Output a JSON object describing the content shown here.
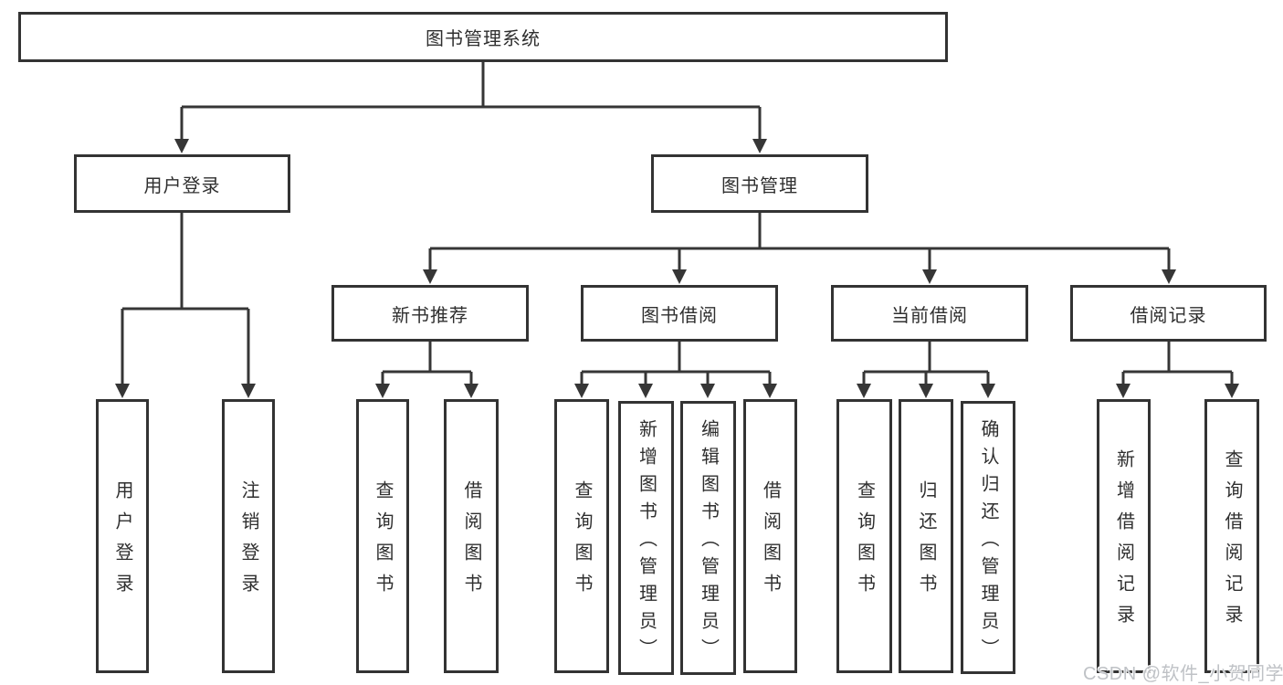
{
  "diagram": {
    "type": "hierarchy-tree",
    "colors": {
      "background": "#ffffff",
      "line": "#363636",
      "box_border": "#333333",
      "text": "#2f2f2f",
      "watermark": "#bfc2c6"
    },
    "tree": {
      "root": {
        "label": "图书管理系统"
      },
      "level2": [
        {
          "label": "用户登录",
          "children": [
            {
              "label": "用户登录"
            },
            {
              "label": "注销登录"
            }
          ]
        },
        {
          "label": "图书管理",
          "children": [
            {
              "label": "新书推荐",
              "children": [
                {
                  "label": "查询图书"
                },
                {
                  "label": "借阅图书"
                }
              ]
            },
            {
              "label": "图书借阅",
              "children": [
                {
                  "label": "查询图书"
                },
                {
                  "label": "新增图书（管理员）"
                },
                {
                  "label": "编辑图书（管理员）"
                },
                {
                  "label": "借阅图书"
                }
              ]
            },
            {
              "label": "当前借阅",
              "children": [
                {
                  "label": "查询图书"
                },
                {
                  "label": "归还图书"
                },
                {
                  "label": "确认归还（管理员）"
                }
              ]
            },
            {
              "label": "借阅记录",
              "children": [
                {
                  "label": "新增借阅记录"
                },
                {
                  "label": "查询借阅记录"
                }
              ]
            }
          ]
        }
      ]
    },
    "watermark": {
      "text": "CSDN @软件_小贺同学"
    }
  }
}
